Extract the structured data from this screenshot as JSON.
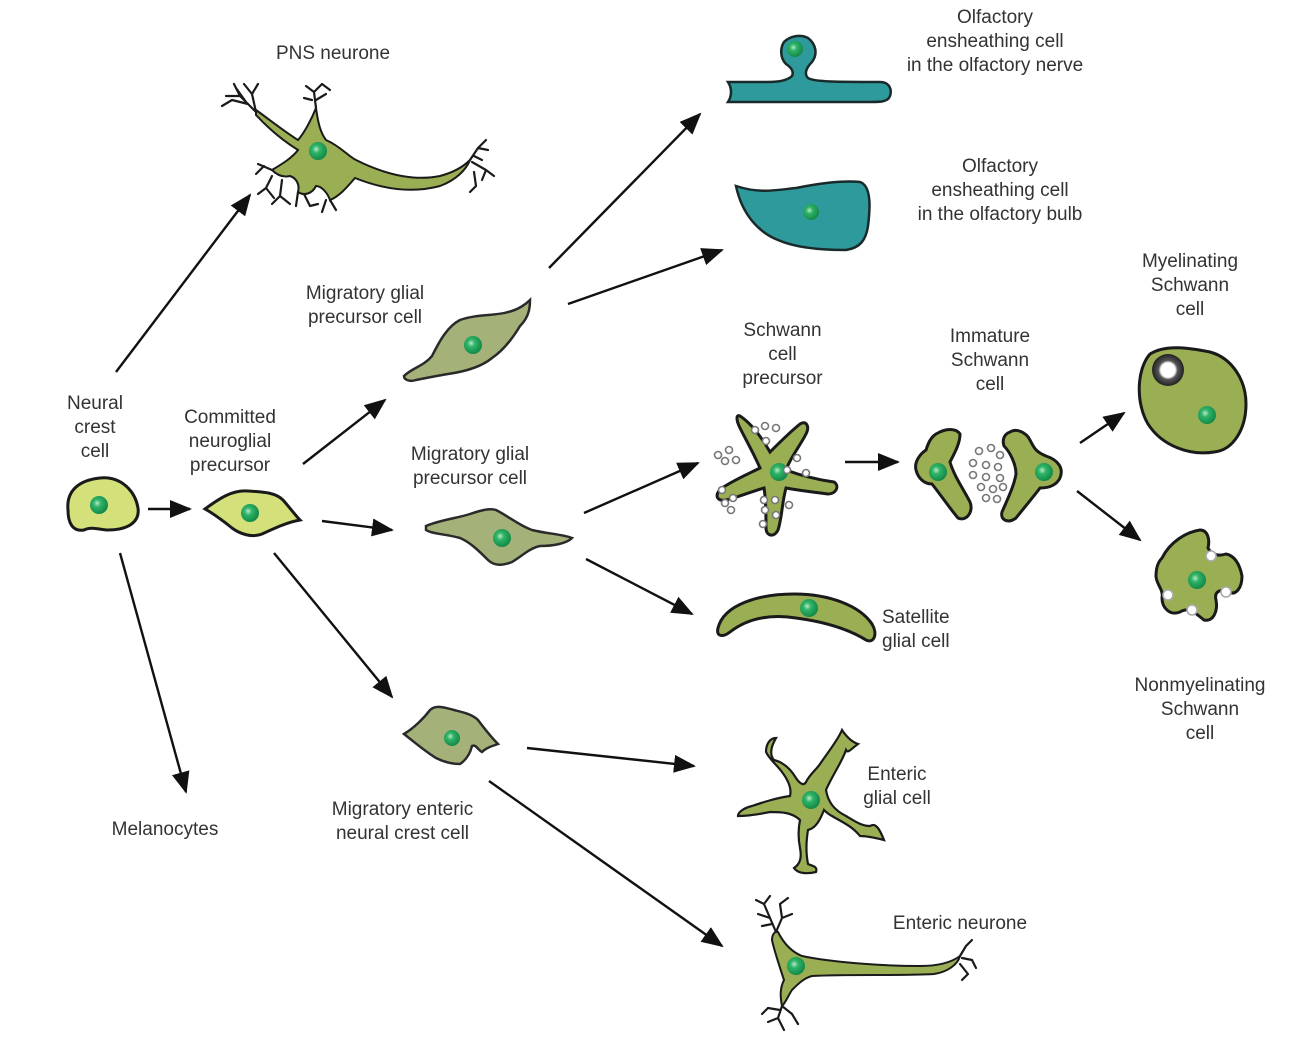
{
  "diagram": {
    "title": "Neural crest cell lineage differentiation",
    "colors": {
      "nucleus": "#1fa35a",
      "nucleus_highlight": "#bde8c8",
      "cell_light": "#d4e07a",
      "cell_mid": "#a4b27a",
      "cell_olive": "#9aae54",
      "cell_teal": "#2e9a9c",
      "outline": "#1a1a1a",
      "label_text": "#333333",
      "arrow": "#111111"
    },
    "nodes": {
      "neural_crest": {
        "lines": [
          "Neural",
          "crest",
          "cell"
        ]
      },
      "committed_precursor": {
        "lines": [
          "Committed",
          "neuroglial",
          "precursor"
        ]
      },
      "pns_neurone": {
        "lines": [
          "PNS neurone"
        ]
      },
      "melanocytes": {
        "lines": [
          "Melanocytes"
        ]
      },
      "migratory_glial_upper": {
        "lines": [
          "Migratory glial",
          "precursor cell"
        ]
      },
      "migratory_glial_lower": {
        "lines": [
          "Migratory glial",
          "precursor cell"
        ]
      },
      "migratory_enteric": {
        "lines": [
          "Migratory enteric",
          "neural crest cell"
        ]
      },
      "olfactory_nerve": {
        "lines": [
          "Olfactory",
          "ensheathing cell",
          "in the olfactory nerve"
        ]
      },
      "olfactory_bulb": {
        "lines": [
          "Olfactory",
          "ensheathing cell",
          "in the olfactory bulb"
        ]
      },
      "schwann_precursor": {
        "lines": [
          "Schwann",
          "cell",
          "precursor"
        ]
      },
      "immature_schwann": {
        "lines": [
          "Immature",
          "Schwann",
          "cell"
        ]
      },
      "myelinating_schwann": {
        "lines": [
          "Myelinating",
          "Schwann",
          "cell"
        ]
      },
      "nonmyelinating_schwann": {
        "lines": [
          "Nonmyelinating",
          "Schwann",
          "cell"
        ]
      },
      "satellite_glial": {
        "lines": [
          "Satellite",
          "glial cell"
        ]
      },
      "enteric_glial": {
        "lines": [
          "Enteric",
          "glial cell"
        ]
      },
      "enteric_neurone": {
        "lines": [
          "Enteric neurone"
        ]
      }
    },
    "edges": [
      {
        "from": "neural_crest",
        "to": "committed_precursor"
      },
      {
        "from": "neural_crest",
        "to": "pns_neurone"
      },
      {
        "from": "neural_crest",
        "to": "melanocytes"
      },
      {
        "from": "committed_precursor",
        "to": "migratory_glial_upper"
      },
      {
        "from": "committed_precursor",
        "to": "migratory_glial_lower"
      },
      {
        "from": "committed_precursor",
        "to": "migratory_enteric"
      },
      {
        "from": "migratory_glial_upper",
        "to": "olfactory_nerve"
      },
      {
        "from": "migratory_glial_upper",
        "to": "olfactory_bulb"
      },
      {
        "from": "migratory_glial_lower",
        "to": "schwann_precursor"
      },
      {
        "from": "migratory_glial_lower",
        "to": "satellite_glial"
      },
      {
        "from": "schwann_precursor",
        "to": "immature_schwann"
      },
      {
        "from": "immature_schwann",
        "to": "myelinating_schwann"
      },
      {
        "from": "immature_schwann",
        "to": "nonmyelinating_schwann"
      },
      {
        "from": "migratory_enteric",
        "to": "enteric_glial"
      },
      {
        "from": "migratory_enteric",
        "to": "enteric_neurone"
      }
    ]
  }
}
